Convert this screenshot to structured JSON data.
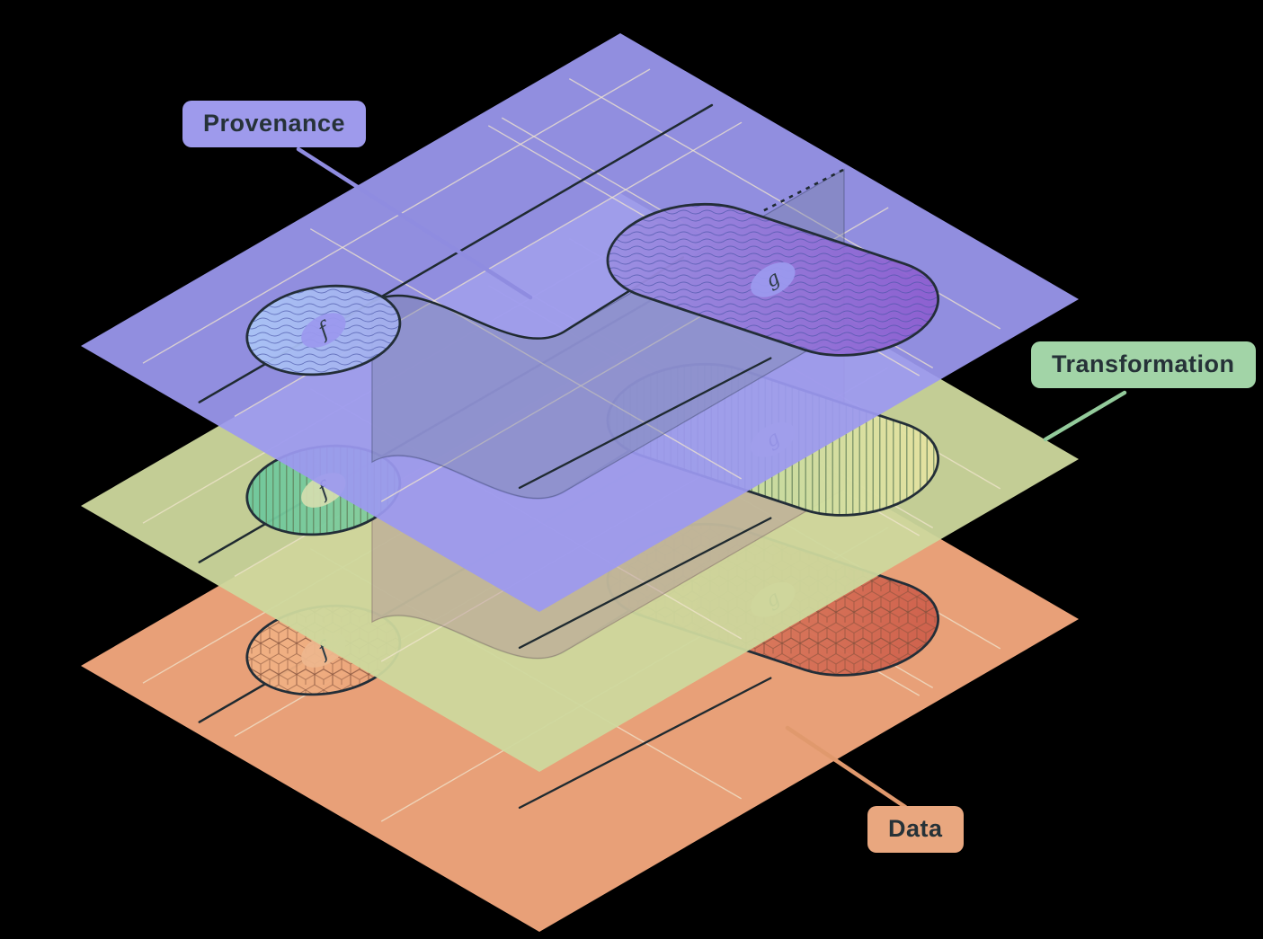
{
  "diagram": {
    "background_color": "#000000",
    "wire_color": "#1f2a30",
    "grid_color": "rgba(240,228,206,0.75)",
    "node_labels": {
      "f": "f",
      "g": "g"
    },
    "curtains": [
      {
        "name": "provenance-to-transformation",
        "fill": "rgba(122,132,168,0.42)",
        "edge": "rgba(50,60,92,0.40)"
      },
      {
        "name": "transformation-to-data",
        "fill": "rgba(170,132,150,0.38)",
        "edge": "rgba(95,62,80,0.35)"
      }
    ],
    "layers": [
      {
        "id": "provenance",
        "label": "Provenance",
        "plane_color": "#9c99f0",
        "plane_opacity": 0.93,
        "label_bg": "#9e9aec",
        "label_text_color": "#263238",
        "connector_color": "#8f8ce0",
        "gradient_from": "#aac5f6",
        "gradient_to": "#8d5fd0",
        "pattern": "waves",
        "pattern_stroke": "#4a55a8",
        "halo_color": "#9b99ee"
      },
      {
        "id": "transformation",
        "label": "Transformation",
        "plane_color": "#cdd89d",
        "plane_opacity": 0.95,
        "label_bg": "#a2d4a7",
        "label_text_color": "#263238",
        "connector_color": "#93cb9b",
        "gradient_from": "#6fc89c",
        "gradient_to": "#efe5a1",
        "pattern": "stripes",
        "pattern_stroke": "#5c7a55",
        "halo_color": "#d2dcae"
      },
      {
        "id": "data",
        "label": "Data",
        "plane_color": "#f4a97e",
        "plane_opacity": 0.95,
        "label_bg": "#e9a77f",
        "label_text_color": "#263238",
        "connector_color": "#e0996d",
        "gradient_from": "#f0b082",
        "gradient_to": "#cd5c49",
        "pattern": "cubes",
        "pattern_stroke": "#82503a",
        "halo_color": "#edb68d"
      }
    ]
  }
}
